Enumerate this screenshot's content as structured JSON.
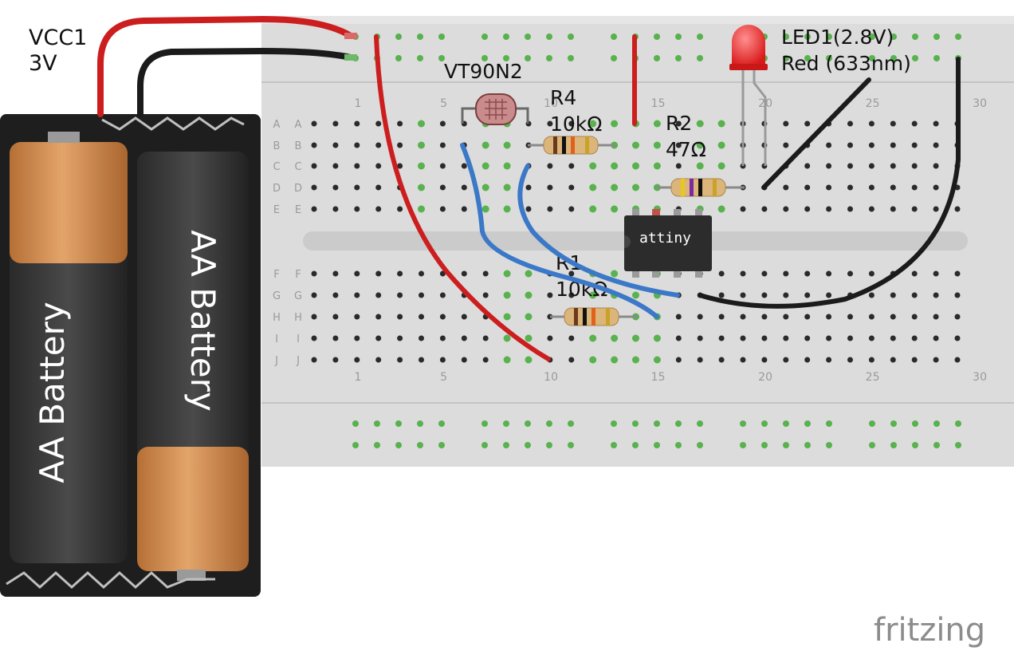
{
  "battery": {
    "label_name": "VCC1",
    "label_value": "3V",
    "cell_left_text": "AA Battery",
    "cell_right_text": "AA Battery"
  },
  "breadboard": {
    "column_numbers": [
      "1",
      "5",
      "10",
      "15",
      "20",
      "25",
      "30"
    ],
    "rows_top": [
      "A",
      "B",
      "C",
      "D",
      "E"
    ],
    "rows_bottom": [
      "F",
      "G",
      "H",
      "I",
      "J"
    ]
  },
  "components": {
    "ldr": {
      "name": "VT90N2"
    },
    "r4": {
      "name": "R4",
      "value": "10kΩ"
    },
    "r2": {
      "name": "R2",
      "value": "47Ω"
    },
    "r1": {
      "name": "R1",
      "value": "10kΩ"
    },
    "led": {
      "name": "LED1(2.8V)",
      "color_spec": "Red (633nm)"
    },
    "chip": {
      "text": "attiny"
    }
  },
  "colors": {
    "wire_red": "#cc1e1e",
    "wire_black": "#1b1b1b",
    "wire_blue": "#3b78c7",
    "breadboard": "#dcdcdc",
    "battery_body": "#1e1e1e"
  },
  "brand": {
    "text": "fritzing"
  }
}
